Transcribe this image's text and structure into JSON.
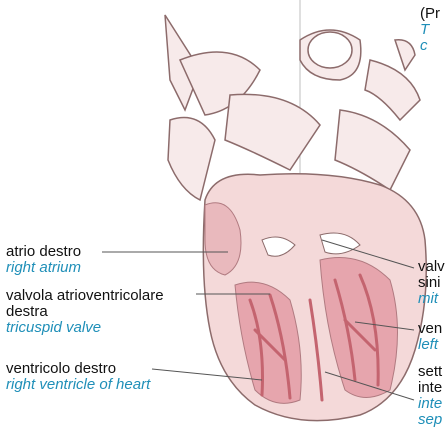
{
  "labels": {
    "right_atrium": {
      "it": "atrio destro",
      "en": "right atrium"
    },
    "tricuspid_valve": {
      "it_line1": "valvola atrioventricolare",
      "it_line2": "destra",
      "en": "tricuspid valve"
    },
    "right_ventricle": {
      "it": "ventricolo destro",
      "en": "right ventricle of heart"
    },
    "mitral_valve": {
      "it_line1": "valv",
      "it_line2": "sini",
      "en": "mit"
    },
    "left_ventricle": {
      "it": "ven",
      "en": "left"
    },
    "septum": {
      "it_line1": "sett",
      "it_line2": "inte",
      "en_line1": "inte",
      "en_line2": "sep"
    },
    "top_right": {
      "line1": "(Pr",
      "line2": "T",
      "line3": "c"
    }
  },
  "colors": {
    "tissue": "#f4d9d9",
    "tissue_shadow": "#c98b8f",
    "muscle": "#d87b86",
    "outline": "#8c6b6b",
    "english_label": "#1f8fb8"
  }
}
